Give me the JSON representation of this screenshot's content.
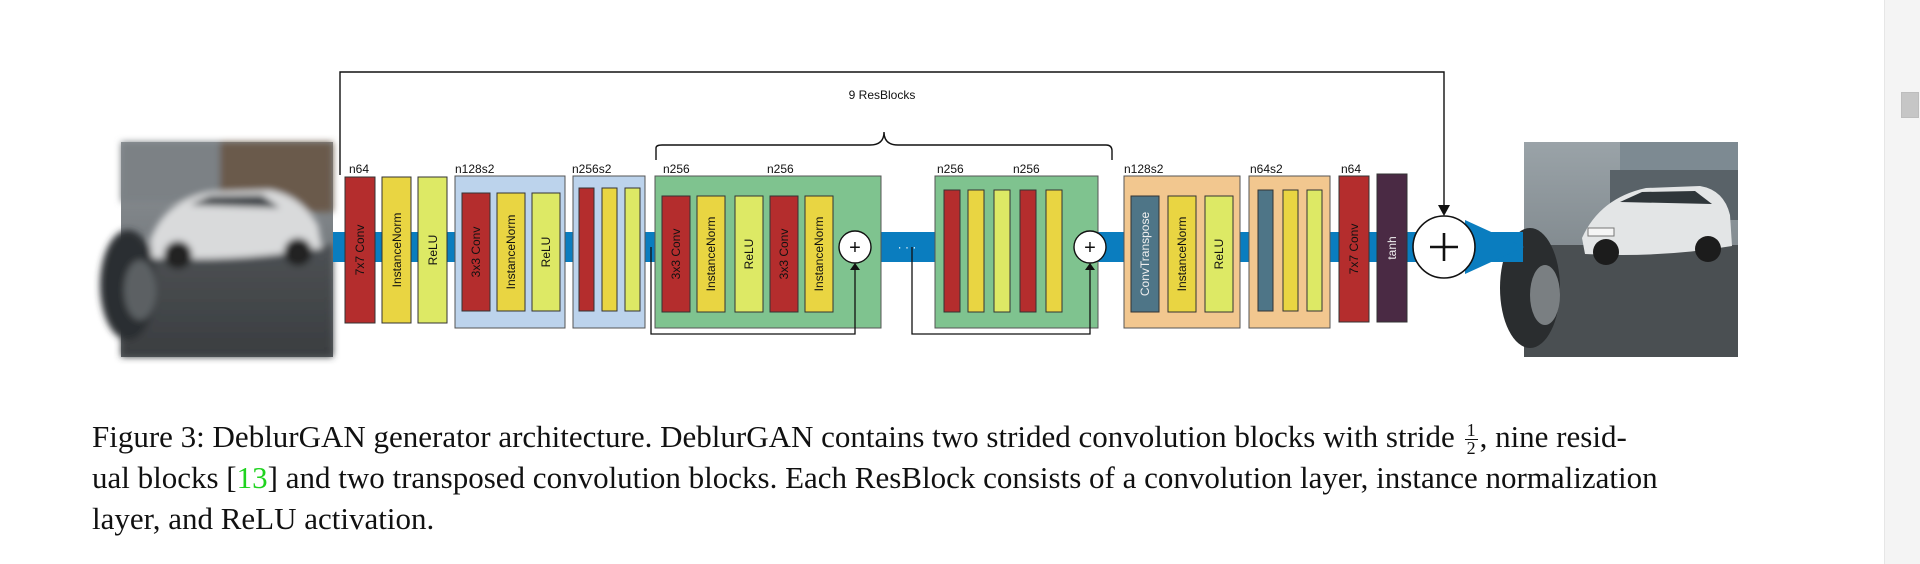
{
  "figure": {
    "resblocks_label": "9 ResBlocks",
    "stage_labels": [
      "n64",
      "n128s2",
      "n256s2",
      "n256",
      "n256",
      "n256",
      "n256",
      "n128s2",
      "n64s2",
      "n64"
    ],
    "ellipsis": "· · ·",
    "layers": {
      "conv7_in": "7x7 Conv",
      "instancenorm": "InstanceNorm",
      "relu": "ReLU",
      "conv3": "3x3 Conv",
      "convtranspose": "ConvTranspose",
      "conv7_out": "7x7 Conv",
      "tanh": "tanh"
    },
    "colors": {
      "conv": "#b42d2d",
      "norm": "#e9d542",
      "relu": "#dde965",
      "block_blue": "#bcd3ec",
      "block_green": "#7fc38f",
      "block_orange": "#f2c78f",
      "convtranspose": "#4e7587",
      "tanh": "#4a2a44",
      "flow": "#0a7dbf"
    },
    "icons": [
      "plus-icon",
      "flow-arrow-icon"
    ]
  },
  "caption": {
    "l1a": "Figure 3: DeblurGAN generator architecture. DeblurGAN contains two strided convolution blocks with stride ",
    "frac_num": "1",
    "frac_den": "2",
    "l1b": ", nine resid-",
    "l2a": "ual blocks [",
    "ref": "13",
    "l2b": "] and two transposed convolution blocks. Each ResBlock consists of a convolution layer, instance normalization",
    "l3": "layer, and ReLU activation."
  }
}
